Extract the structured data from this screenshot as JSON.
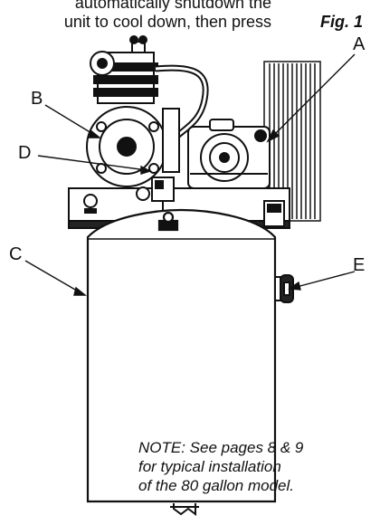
{
  "intro_text": {
    "line1": "automatically shutdown the",
    "line2": "unit to cool down, then press"
  },
  "figure": {
    "label": "Fig. 1",
    "callouts": {
      "a": "A",
      "b": "B",
      "c": "C",
      "d": "D",
      "e": "E"
    },
    "note": {
      "line1": "NOTE: See pages 8 & 9",
      "line2": "for typical installation",
      "line3": "of the 80 gallon model."
    }
  }
}
